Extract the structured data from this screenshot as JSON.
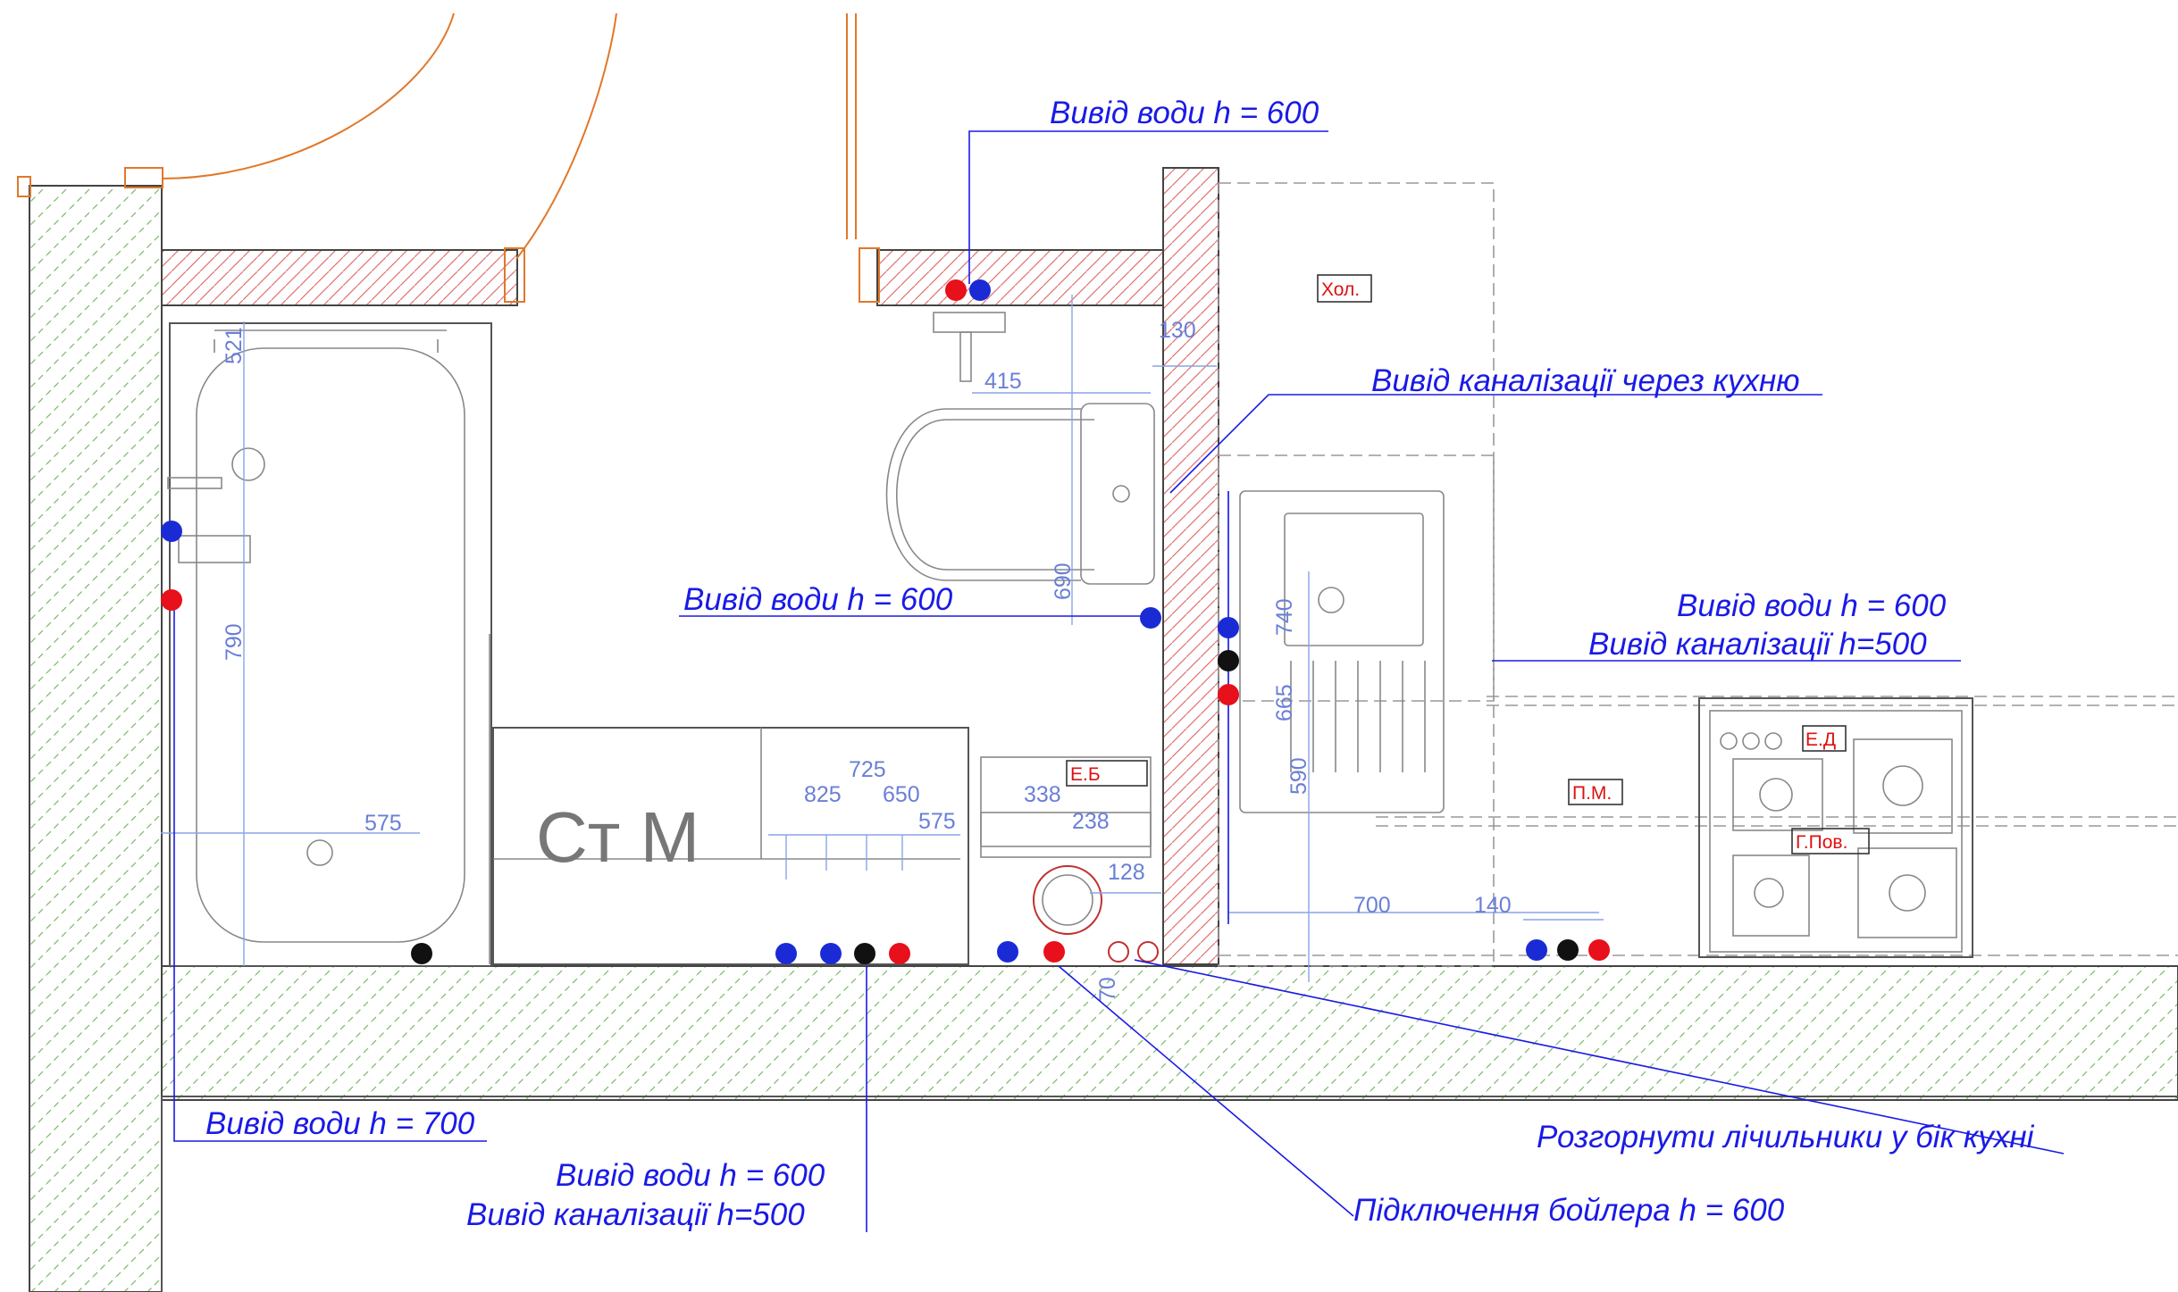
{
  "notes": {
    "water_top": "Вивід води h = 600",
    "sewer_kitchen": "Вивід каналізації через кухню",
    "water_toilet": "Вивід води h = 600",
    "water_right": "Вивід води h = 600",
    "sewer_right": "Вивід каналізації  h=500",
    "water_700": "Вивід води h = 700",
    "water_bottom": "Вивід води h = 600",
    "sewer_bottom": "Вивід каналізації  h=500",
    "meters": "Розгорнути лічильники у бік кухні",
    "boiler": "Підключення бойлера h = 600"
  },
  "tags": {
    "fridge": "Хол.",
    "boiler": "Е.Б",
    "dishwasher": "П.М.",
    "stove": "Е.Д",
    "oven": "Г.Пов."
  },
  "washer_label": "Ст М",
  "dims": {
    "d521": "521",
    "d790": "790",
    "d575a": "575",
    "d130": "130",
    "d415": "415",
    "d690": "690",
    "d725": "725",
    "d825": "825",
    "d650": "650",
    "d575b": "575",
    "d338": "338",
    "d238": "238",
    "d128": "128",
    "d70": "70",
    "d740": "740",
    "d665": "665",
    "d590": "590",
    "d700": "700",
    "d140": "140"
  },
  "colors": {
    "cold_water": "#1a2bd6",
    "hot_water": "#e8101a",
    "sewer": "#111111",
    "annotation": "#1a1ae6",
    "dimension": "#6a7fd6"
  }
}
